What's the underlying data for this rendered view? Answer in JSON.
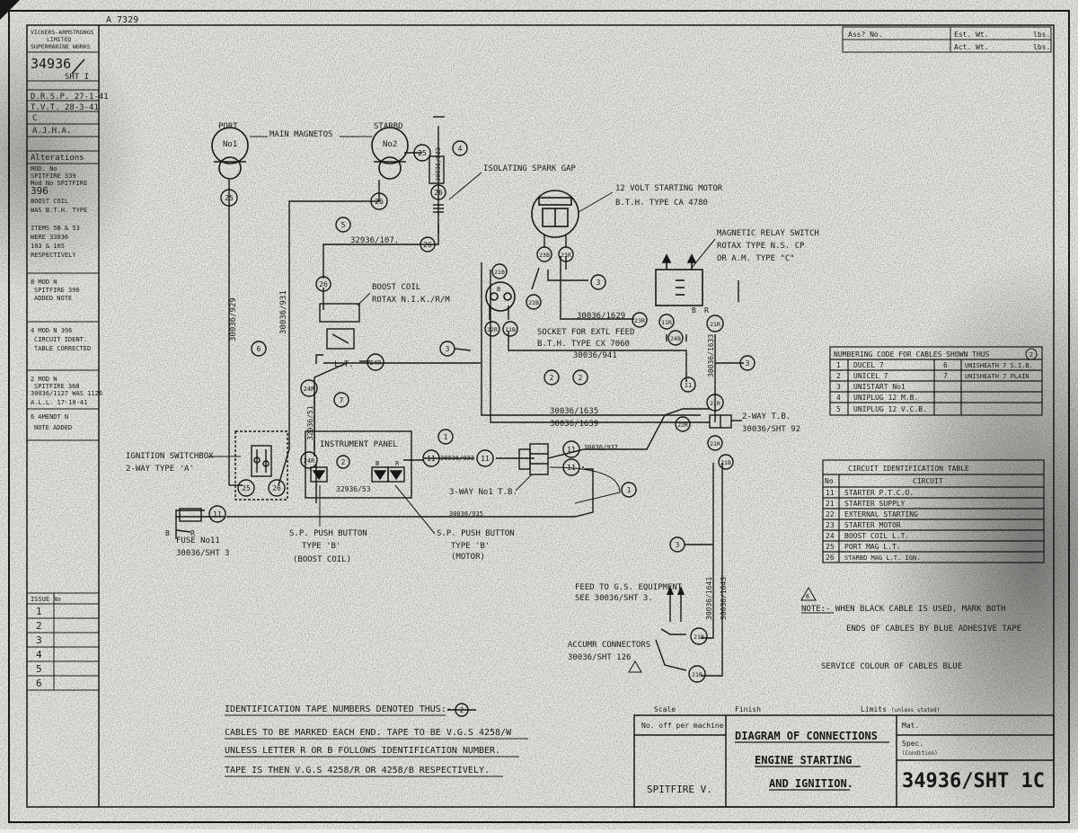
{
  "drawing_ref": "A 7329",
  "company": [
    "VICKERS-ARMSTRONGS",
    "LIMITED",
    "SUPERMARINE WORKS"
  ],
  "drawing_no": "34936",
  "sheet": "SHT I",
  "signatures": [
    "D.R.S.P. 27-1-41",
    "T.V.T. 28-3-41",
    "C",
    "A.J.H.A."
  ],
  "alterations_heading": "Alterations",
  "alterations": [
    [
      "MOD. No",
      "SPITFIRE 339",
      "Mod No SPITFIRE",
      "396",
      "BOOST COIL",
      "WAS B.T.H. TYPE",
      "ITEMS 5B & 53",
      "WERE 33036",
      "103 & 105",
      "RESPECTIVELY"
    ],
    [
      "8 MOD N",
      "SPITFIRE 396",
      "ADDED NOTE"
    ],
    [
      "4 MOD N 396",
      "CIRCUIT IDENT.",
      "TABLE CORRECTED"
    ],
    [
      "2 MOD N",
      "SPITFIRE 368",
      "30036/1127 WAS 1126",
      "A.L.L. 17-10-41"
    ],
    [
      "6 AMENDT N",
      "NOTE ADDED"
    ]
  ],
  "issue_heading": "ISSUE No",
  "issues": [
    "1",
    "2",
    "3",
    "4",
    "5",
    "6"
  ],
  "header_table": {
    "ass_no": "Ass? No.",
    "est_wt": "Est. Wt.",
    "act_wt": "Act. Wt.",
    "unit": "lbs."
  },
  "labels": {
    "port": "PORT",
    "port_no": "No1",
    "starb": "STARBD",
    "starb_no": "No2",
    "main_magnetos": "MAIN MAGNETOS",
    "isolating_gap": "ISOLATING SPARK GAP",
    "starting_motor_1": "12 VOLT STARTING MOTOR",
    "starting_motor_2": "B.T.H. TYPE CA 4780",
    "relay_1": "MAGNETIC RELAY SWITCH",
    "relay_2": "ROTAX TYPE N.S. CP",
    "relay_3": "OR A.M. TYPE \"C\"",
    "boost_coil_1": "BOOST COIL",
    "boost_coil_2": "ROTAX N.I.K./R/M",
    "socket_1": "SOCKET FOR EXTL FEED",
    "socket_2": "B.T.H. TYPE CX 7060",
    "instrument_panel": "INSTRUMENT PANEL",
    "ignition_switchbox_1": "IGNITION SWITCHBOX",
    "ignition_switchbox_2": "2-WAY TYPE 'A'",
    "fuse_1": "FUSE No11",
    "fuse_2": "30036/SHT 3",
    "sp_push_left_1": "S.P. PUSH BUTTON",
    "sp_push_left_2": "TYPE 'B'",
    "sp_push_left_3": "(BOOST COIL)",
    "sp_push_right_1": "S.P. PUSH BUTTON",
    "sp_push_right_2": "TYPE 'B'",
    "sp_push_right_3": "(MOTOR)",
    "three_way": "3-WAY No1 T.B.",
    "two_way_1": "2-WAY T.B.",
    "two_way_2": "30036/SHT 92",
    "feed_1": "FEED TO G.S. EQUIPMENT",
    "feed_2": "SEE 30036/SHT 3.",
    "accum_1": "ACCUMR CONNECTORS",
    "accum_2": "30036/SHT 126",
    "lt": "L.T.",
    "b": "B",
    "r": "R"
  },
  "wires": {
    "w_32936_107": "32936/107.",
    "w_30036_929": "30036/929",
    "w_30036_931": "30036/931",
    "w_30036_1629": "30036/1629",
    "w_30036_941": "30036/941",
    "w_30036_1635": "30036/1635",
    "w_30036_1639": "30036/1639",
    "w_30036_1633": "30036/1633",
    "w_32936_51": "32936/51",
    "w_30036_933": "30036/933",
    "w_30036_937": "30036/937",
    "w_32936_53": "32936/53",
    "w_30036_935": "30036/935",
    "w_30036_1641": "30036/1641",
    "w_30036_1643": "30036/1643"
  },
  "circle_tags": [
    "1",
    "2",
    "3",
    "4",
    "5",
    "6",
    "7",
    "11",
    "21B",
    "21R",
    "22B",
    "22R",
    "23B",
    "23R",
    "24B",
    "24R",
    "25",
    "26"
  ],
  "numbering_table": {
    "title": "NUMBERING CODE FOR CABLES SHOWN THUS",
    "title_tag": "2",
    "rows": [
      {
        "n": "1",
        "name": "DUCEL 7",
        "n2": "6",
        "name2": "UNISHEATH 7 S.I.B."
      },
      {
        "n": "2",
        "name": "UNICEL 7",
        "n2": "7",
        "name2": "UNISHEATH 7 PLAIN"
      },
      {
        "n": "3",
        "name": "UNISTART No1",
        "n2": "",
        "name2": ""
      },
      {
        "n": "4",
        "name": "UNIPLUG 12 M.B.",
        "n2": "",
        "name2": ""
      },
      {
        "n": "5",
        "name": "UNIPLUG 12 V.C.B.",
        "n2": "",
        "name2": ""
      }
    ]
  },
  "circuit_table": {
    "title": "CIRCUIT IDENTIFICATION TABLE",
    "col_no": "No",
    "col_circuit": "CIRCUIT",
    "rows": [
      {
        "n": "11",
        "circuit": "STARTER P.T.C.O."
      },
      {
        "n": "21",
        "circuit": "STARTER SUPPLY"
      },
      {
        "n": "22",
        "circuit": "EXTERNAL STARTING"
      },
      {
        "n": "23",
        "circuit": "STARTER MOTOR"
      },
      {
        "n": "24",
        "circuit": "BOOST COIL L.T."
      },
      {
        "n": "25",
        "circuit": "PORT MAG L.T."
      },
      {
        "n": "26",
        "circuit": "STARBD MAG L.T. IGN."
      }
    ]
  },
  "note": {
    "tag": "6",
    "line1": "NOTE:- WHEN BLACK CABLE IS USED, MARK BOTH",
    "line2": "ENDS OF CABLES BY BLUE ADHESIVE TAPE",
    "line3": "SERVICE COLOUR OF CABLES BLUE"
  },
  "bottom_notes": {
    "id_tape": "IDENTIFICATION TAPE NUMBERS DENOTED THUS:-",
    "id_tag": "2",
    "line2": "CABLES TO BE MARKED EACH END. TAPE TO BE V.G.S 4258/W",
    "line3": "UNLESS LETTER R OR B FOLLOWS IDENTIFICATION NUMBER.",
    "line4": "TAPE IS THEN V.G.S 4258/R OR 4258/B RESPECTIVELY."
  },
  "title_block": {
    "scale": "Scale",
    "finish": "Finish",
    "limits": "Limits",
    "limits_note": "(unless stated)",
    "no_off": "No. off per machine",
    "machine": "SPITFIRE V.",
    "title1": "DIAGRAM OF CONNECTIONS",
    "title2": "ENGINE STARTING",
    "title3": "AND IGNITION.",
    "mat": "Mat.",
    "spec": "Spec.",
    "spec2": "(Condition)",
    "drawing_no": "34936/SHT 1C"
  }
}
